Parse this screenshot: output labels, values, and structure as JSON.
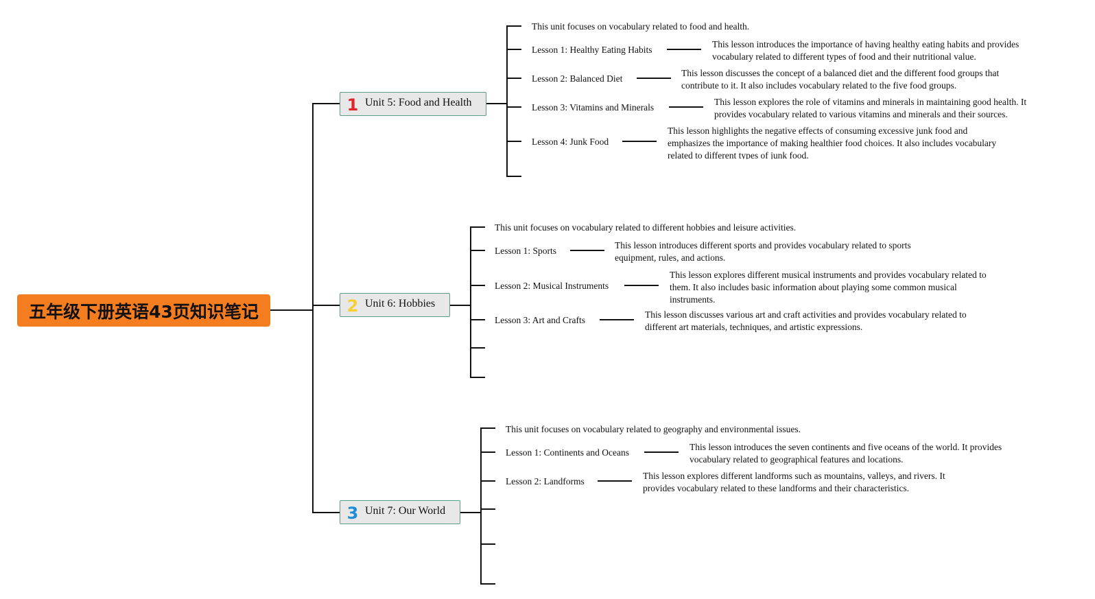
{
  "root": {
    "title": "五年级下册英语43页知识笔记"
  },
  "colors": {
    "root_bg": "#f47d20",
    "unit_bg": "#e8e8e8",
    "unit_border": "#5b9c8a",
    "num1": "#e0262a",
    "num2": "#f5d033",
    "num3": "#1f8dd6"
  },
  "units": [
    {
      "number": "1",
      "title": "Unit 5: Food and Health",
      "summary": "This unit focuses on vocabulary related to food and health.",
      "lessons": [
        {
          "title": "Lesson 1: Healthy Eating Habits",
          "desc": "This lesson introduces the importance of having healthy eating habits and provides vocabulary related to different types of food and their nutritional value."
        },
        {
          "title": "Lesson 2: Balanced Diet",
          "desc": "This lesson discusses the concept of a balanced diet and the different food groups that contribute to it. It also includes vocabulary related to the five food groups."
        },
        {
          "title": "Lesson 3: Vitamins and Minerals",
          "desc": "This lesson explores the role of vitamins and minerals in maintaining good health. It provides vocabulary related to various vitamins and minerals and their sources."
        },
        {
          "title": "Lesson 4: Junk Food",
          "desc": "This lesson highlights the negative effects of consuming excessive junk food and emphasizes the importance of making healthier food choices. It also includes vocabulary related to different types of junk food."
        }
      ]
    },
    {
      "number": "2",
      "title": "Unit 6: Hobbies",
      "summary": "This unit focuses on vocabulary related to different hobbies and leisure activities.",
      "lessons": [
        {
          "title": "Lesson 1: Sports",
          "desc": "This lesson introduces different sports and provides vocabulary related to sports equipment, rules, and actions."
        },
        {
          "title": "Lesson 2: Musical Instruments",
          "desc": "This lesson explores different musical instruments and provides vocabulary related to them. It also includes basic information about playing some common musical instruments."
        },
        {
          "title": "Lesson 3: Art and Crafts",
          "desc": "This lesson discusses various art and craft activities and provides vocabulary related to different art materials, techniques, and artistic expressions."
        }
      ]
    },
    {
      "number": "3",
      "title": "Unit 7: Our World",
      "summary": "This unit focuses on vocabulary related to geography and environmental issues.",
      "lessons": [
        {
          "title": "Lesson 1: Continents and Oceans",
          "desc": "This lesson introduces the seven continents and five oceans of the world. It provides vocabulary related to geographical features and locations."
        },
        {
          "title": "Lesson 2: Landforms",
          "desc": "This lesson explores different landforms such as mountains, valleys, and rivers. It provides vocabulary related to these landforms and their characteristics."
        }
      ]
    }
  ]
}
